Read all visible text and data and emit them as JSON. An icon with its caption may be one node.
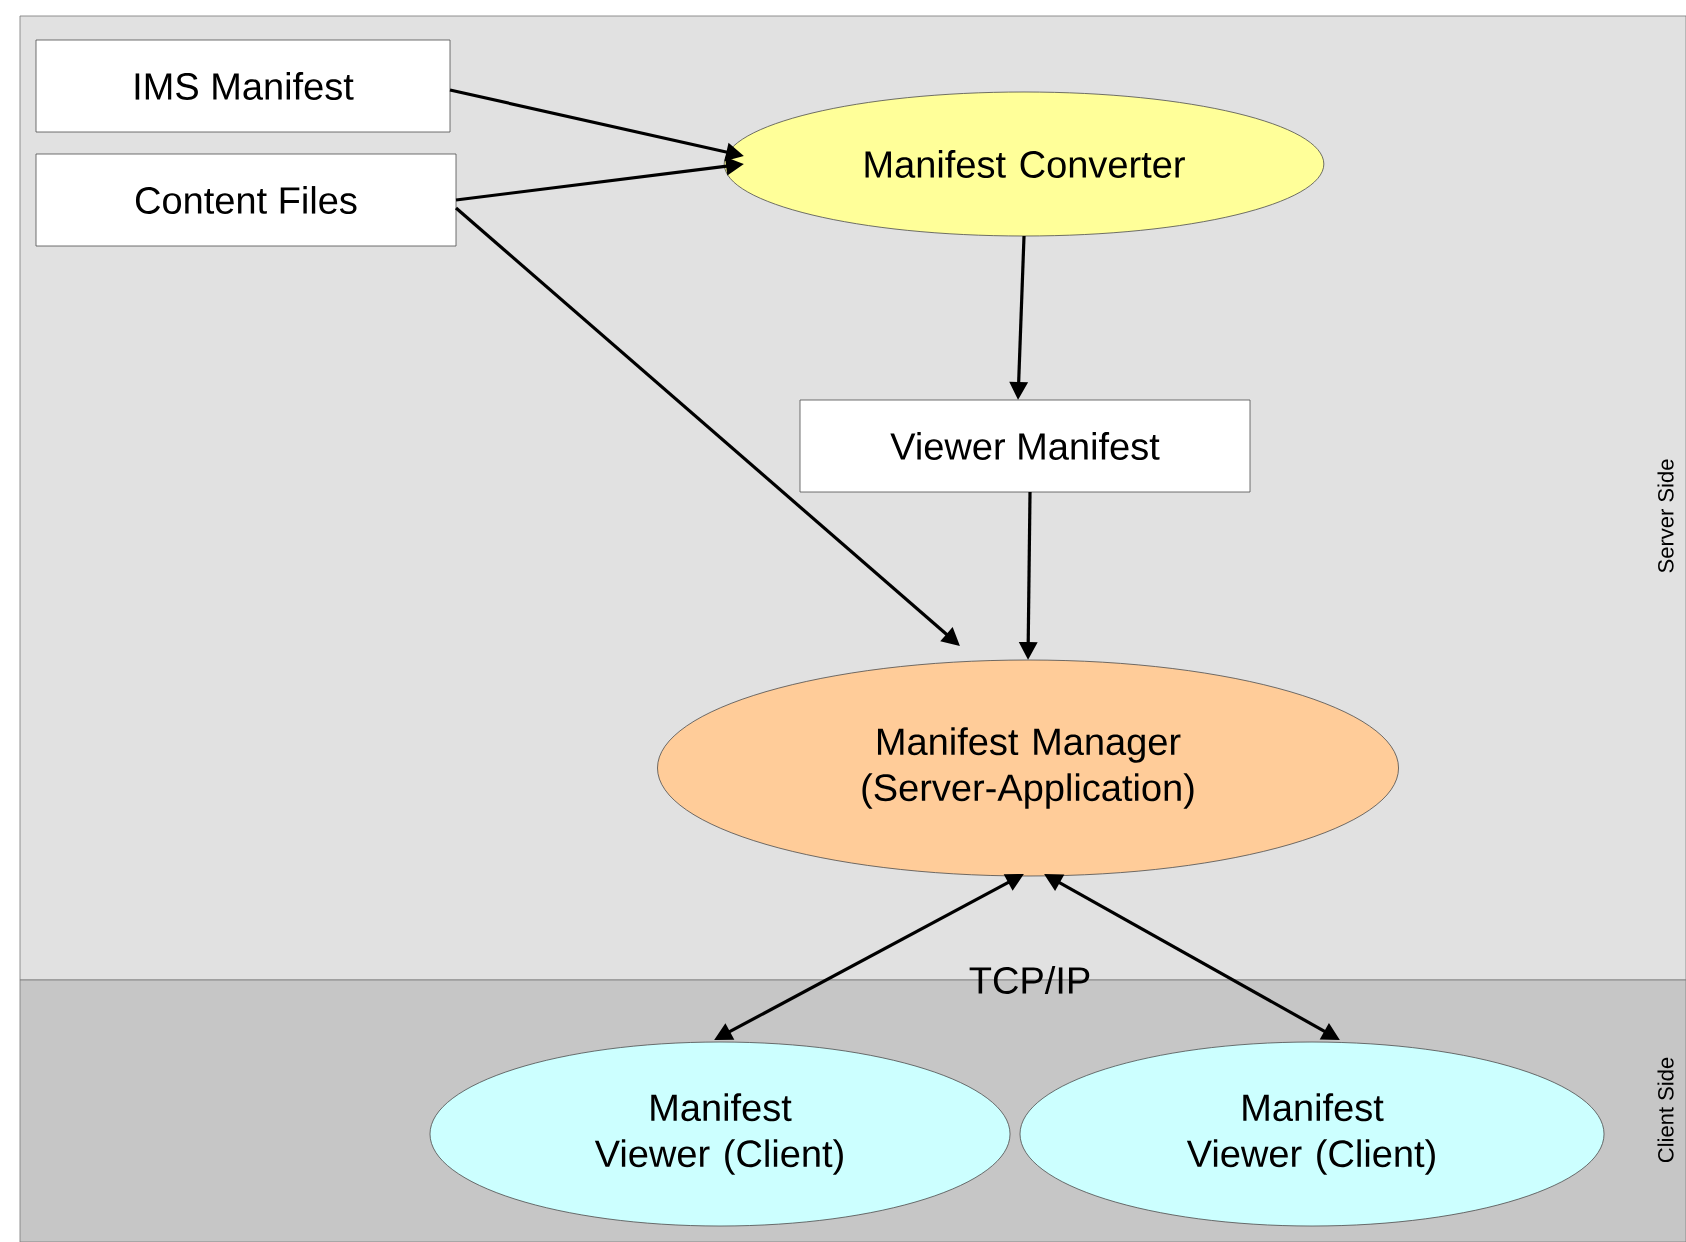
{
  "diagram": {
    "nodes": [
      {
        "text": [
          "Server Side"
        ]
      },
      {
        "text": [
          "IMS Manifest"
        ],
        "in": 0
      },
      {
        "text": [
          "Content Files"
        ],
        "in": 0
      },
      {
        "text": [
          "Manifest Converter"
        ],
        "in": 0
      },
      {
        "text": [
          "Viewer Manifest"
        ],
        "in": 0
      },
      {
        "text": [
          "Manifest Manager (Server-Application)"
        ],
        "in": 0
      },
      {
        "text": [
          "Client Side"
        ]
      },
      {
        "text": [
          "Manifest Viewer (Client)"
        ],
        "in": 6
      },
      {
        "text": [
          "Manifest Viewer (Client)"
        ],
        "in": 6
      }
    ],
    "edges": [
      {
        "from": 1,
        "to": 3,
        "arrow": "to"
      },
      {
        "from": 2,
        "to": 3,
        "arrow": "to"
      },
      {
        "from": 3,
        "to": 4,
        "arrow": "to"
      },
      {
        "from": 2,
        "to": 5,
        "arrow": "to"
      },
      {
        "from": 4,
        "to": 5,
        "arrow": "to"
      },
      {
        "from": 5,
        "to": 7,
        "arrow": "both"
      },
      {
        "from": 5,
        "to": 8,
        "arrow": "both"
      }
    ],
    "labels": [
      "TCP/IP"
    ]
  }
}
